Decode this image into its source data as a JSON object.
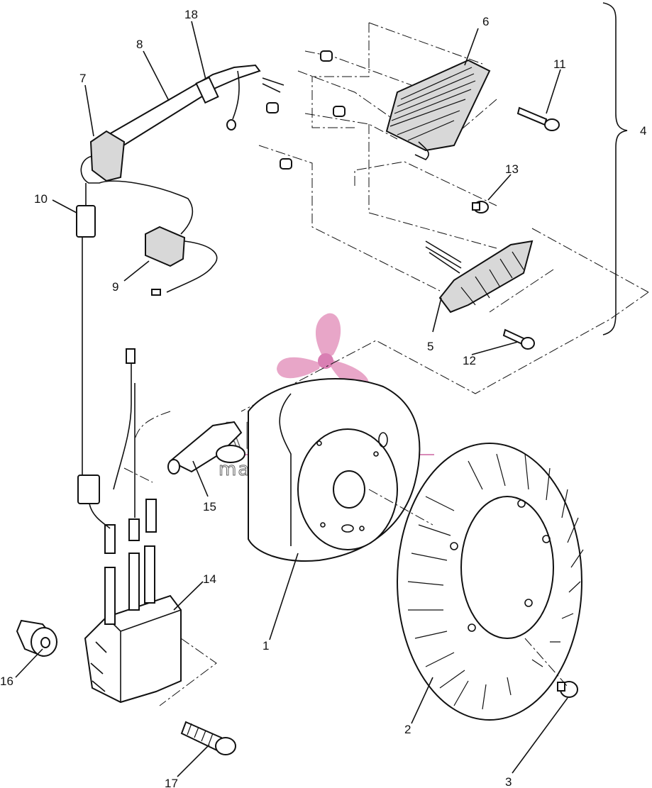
{
  "watermark": {
    "brand": "ARMADA",
    "tagline": "marine outboards",
    "logo_color": "#e8a6c8",
    "logo_center": "#d97fb3",
    "rule_color": "#d98ab8"
  },
  "callouts": [
    {
      "id": "c1",
      "text": "1"
    },
    {
      "id": "c2",
      "text": "2"
    },
    {
      "id": "c3",
      "text": "3"
    },
    {
      "id": "c4",
      "text": "4"
    },
    {
      "id": "c5",
      "text": "5"
    },
    {
      "id": "c6",
      "text": "6"
    },
    {
      "id": "c7",
      "text": "7"
    },
    {
      "id": "c8",
      "text": "8"
    },
    {
      "id": "c9",
      "text": "9"
    },
    {
      "id": "c10",
      "text": "10"
    },
    {
      "id": "c11",
      "text": "11"
    },
    {
      "id": "c12",
      "text": "12"
    },
    {
      "id": "c13",
      "text": "13"
    },
    {
      "id": "c14",
      "text": "14"
    },
    {
      "id": "c15",
      "text": "15"
    },
    {
      "id": "c16",
      "text": "16"
    },
    {
      "id": "c17",
      "text": "17"
    },
    {
      "id": "c18",
      "text": "18"
    }
  ]
}
